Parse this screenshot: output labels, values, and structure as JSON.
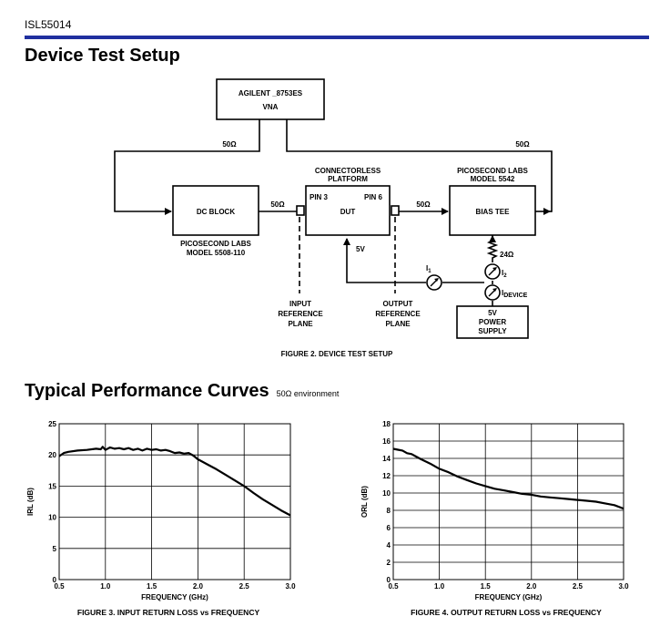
{
  "header": {
    "part_number": "ISL55014"
  },
  "setup": {
    "title": "Device Test Setup",
    "vna_line1": "AGILENT _8753ES",
    "vna_line2": "VNA",
    "impedance_left": "50Ω",
    "impedance_right": "50Ω",
    "impedance_dc_dut": "50Ω",
    "impedance_dut_bias": "50Ω",
    "dc_block": "DC BLOCK",
    "dc_block_maker": "PICOSECOND LABS",
    "dc_block_model": "MODEL 5508-110",
    "platform_line1": "CONNECTORLESS",
    "platform_line2": "PLATFORM",
    "pin3": "PIN 3",
    "pin6": "PIN 6",
    "dut": "DUT",
    "bias_maker": "PICOSECOND LABS",
    "bias_model": "MODEL 5542",
    "bias_tee": "BIAS TEE",
    "resistor": "24Ω",
    "voltage": "5V",
    "i1": "I",
    "i1_sub": "1",
    "i2": "I",
    "i2_sub": "2",
    "idevice": "I",
    "idevice_sub": "DEVICE",
    "input_ref_1": "INPUT",
    "input_ref_2": "REFERENCE",
    "input_ref_3": "PLANE",
    "output_ref_1": "OUTPUT",
    "output_ref_2": "REFERENCE",
    "output_ref_3": "PLANE",
    "supply_1": "5V",
    "supply_2": "POWER",
    "supply_3": "SUPPLY",
    "figure_caption": "FIGURE 2.  DEVICE TEST SETUP"
  },
  "curves": {
    "title": "Typical Performance Curves",
    "subtitle": "50Ω environment"
  },
  "chart_data": [
    {
      "type": "line",
      "ylabel": "IRL (dB)",
      "xlabel": "FREQUENCY (GHz)",
      "xlim": [
        0.5,
        3.0
      ],
      "ylim": [
        0,
        25
      ],
      "x_ticks": [
        "0.5",
        "1.0",
        "1.5",
        "2.0",
        "2.5",
        "3.0"
      ],
      "y_ticks": [
        "0",
        "5",
        "10",
        "15",
        "20",
        "25"
      ],
      "grid": true,
      "x": [
        0.5,
        0.55,
        0.6,
        0.7,
        0.8,
        0.9,
        0.95,
        0.97,
        1.0,
        1.05,
        1.1,
        1.15,
        1.2,
        1.25,
        1.3,
        1.35,
        1.4,
        1.45,
        1.5,
        1.55,
        1.6,
        1.65,
        1.7,
        1.75,
        1.8,
        1.85,
        1.9,
        1.95,
        2.0,
        2.1,
        2.2,
        2.3,
        2.4,
        2.5,
        2.6,
        2.7,
        2.8,
        2.9,
        3.0
      ],
      "values": [
        19.8,
        20.3,
        20.5,
        20.7,
        20.8,
        21.0,
        20.9,
        21.3,
        20.8,
        21.2,
        21.0,
        21.1,
        20.9,
        21.1,
        20.8,
        21.0,
        20.7,
        21.0,
        20.8,
        20.9,
        20.7,
        20.8,
        20.6,
        20.3,
        20.4,
        20.2,
        20.3,
        19.9,
        19.3,
        18.5,
        17.7,
        16.8,
        15.9,
        15.0,
        13.9,
        12.9,
        12.0,
        11.1,
        10.3
      ],
      "caption": "FIGURE 3.  INPUT RETURN LOSS vs FREQUENCY"
    },
    {
      "type": "line",
      "ylabel": "ORL (dB)",
      "xlabel": "FREQUENCY (GHz)",
      "xlim": [
        0.5,
        3.0
      ],
      "ylim": [
        0,
        18
      ],
      "x_ticks": [
        "0.5",
        "1.0",
        "1.5",
        "2.0",
        "2.5",
        "3.0"
      ],
      "y_ticks": [
        "0",
        "2",
        "4",
        "6",
        "8",
        "10",
        "12",
        "14",
        "16",
        "18"
      ],
      "grid": true,
      "x": [
        0.5,
        0.55,
        0.6,
        0.65,
        0.7,
        0.75,
        0.8,
        0.9,
        1.0,
        1.1,
        1.2,
        1.3,
        1.4,
        1.5,
        1.6,
        1.7,
        1.8,
        1.9,
        2.0,
        2.1,
        2.2,
        2.3,
        2.4,
        2.5,
        2.6,
        2.7,
        2.8,
        2.9,
        3.0
      ],
      "values": [
        15.1,
        15.0,
        14.9,
        14.6,
        14.5,
        14.2,
        13.9,
        13.4,
        12.8,
        12.4,
        11.9,
        11.5,
        11.1,
        10.8,
        10.5,
        10.3,
        10.1,
        9.9,
        9.8,
        9.6,
        9.5,
        9.4,
        9.3,
        9.2,
        9.1,
        9.0,
        8.8,
        8.6,
        8.2
      ],
      "caption": "FIGURE 4.  OUTPUT RETURN LOSS vs FREQUENCY"
    }
  ]
}
